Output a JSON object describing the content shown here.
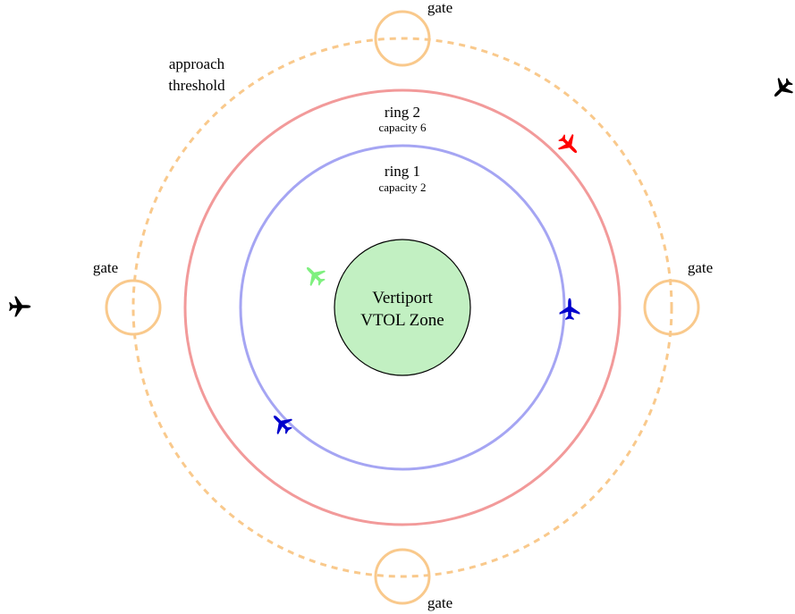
{
  "colors": {
    "background": "#ffffff",
    "outer_ring": "#f9c98c",
    "ring2": "#f29a9a",
    "ring1": "#a5a5f3",
    "zone_fill": "#c2f0c2",
    "zone_stroke": "#000000",
    "gate": "#f9c98c"
  },
  "zone": {
    "line1": "Vertiport",
    "line2": "VTOL Zone"
  },
  "ring1": {
    "label": "ring 1",
    "capacity": "capacity 2"
  },
  "ring2": {
    "label": "ring 2",
    "capacity": "capacity 6"
  },
  "approach": {
    "line1": "approach",
    "line2": "threshold"
  },
  "gates": [
    {
      "label": "gate"
    },
    {
      "label": "gate"
    },
    {
      "label": "gate"
    },
    {
      "label": "gate"
    }
  ],
  "aircraft": [
    {
      "icon": "airplane-icon",
      "color": "#000000"
    },
    {
      "icon": "airplane-icon",
      "color": "#000000"
    },
    {
      "icon": "airplane-icon",
      "color": "#ff0000"
    },
    {
      "icon": "airplane-icon",
      "color": "#7ef07e"
    },
    {
      "icon": "airplane-icon",
      "color": "#0000cc"
    },
    {
      "icon": "airplane-icon",
      "color": "#0000cc"
    }
  ]
}
